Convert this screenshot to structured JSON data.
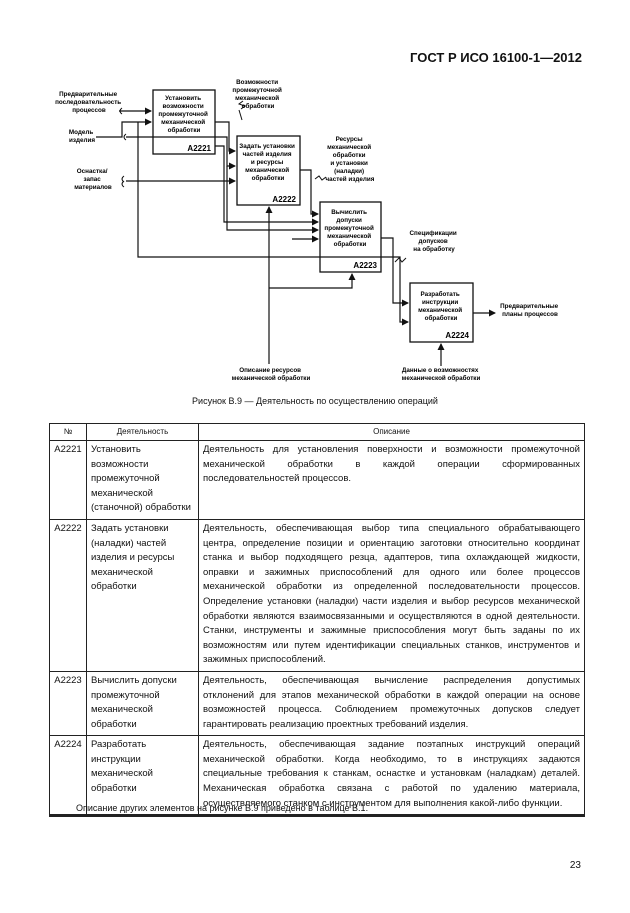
{
  "header": {
    "standard": "ГОСТ Р ИСО 16100-1—2012"
  },
  "diagram": {
    "inputs": [
      [
        "Предварительные",
        "последовательность",
        "процессов"
      ],
      [
        "Модель",
        "изделия"
      ],
      [
        "Оснастка/",
        "запас",
        "материалов"
      ]
    ],
    "controls_top": [
      [
        "Возможности",
        "промежуточной",
        "механической",
        "обработки"
      ],
      [
        "Ресурсы",
        "механической",
        "обработки",
        "и установки",
        "(наладки)",
        "частей изделия"
      ],
      [
        "Спецификации",
        "допусков",
        "на обработку"
      ]
    ],
    "output": [
      "Предварительные",
      "планы процессов"
    ],
    "mechanisms": [
      [
        "Описание ресурсов",
        "механической обработки"
      ],
      [
        "Данные о возможностях",
        "механической обработки"
      ]
    ],
    "boxes": [
      {
        "title": [
          "Установить",
          "возможности",
          "промежуточной",
          "механической",
          "обработки"
        ],
        "code": "A2221"
      },
      {
        "title": [
          "Задать установки",
          "частей изделия",
          "и ресурсы",
          "механической",
          "обработки"
        ],
        "code": "A2222"
      },
      {
        "title": [
          "Вычислить",
          "допуски",
          "промежуточной",
          "механической",
          "обработки"
        ],
        "code": "A2223"
      },
      {
        "title": [
          "Разработать",
          "инструкции",
          "механической",
          "обработки"
        ],
        "code": "A2224"
      }
    ]
  },
  "caption": "Рисунок В.9 — Деятельность по осуществлению операций",
  "table": {
    "headers": [
      "№",
      "Деятельность",
      "Описание"
    ],
    "rows": [
      {
        "num": "A2221",
        "activity": "Установить возможности промежуточной механической (станочной) обработки",
        "description": "Деятельность для установления поверхности и возможности промежуточной механической обработки в каждой операции сформированных последовательностей процессов."
      },
      {
        "num": "A2222",
        "activity": "Задать установки (наладки) частей изделия и ресурсы механической обработки",
        "description": "Деятельность, обеспечивающая выбор типа специального обрабатывающего центра, определение позиции и ориентацию заготовки относительно координат станка и выбор подходящего резца, адаптеров, типа охлаждающей жидкости, оправки и зажимных приспособлений для одного или более процессов механической обработки из определенной последовательности процессов. Определение установки (наладки) части изделия и выбор ресурсов механической обработки являются взаимосвязанными и осуществляются в одной деятельности. Станки, инструменты и зажимные приспособления могут быть заданы по их возможностям или путем идентификации специальных станков, инструментов и зажимных приспособлений."
      },
      {
        "num": "A2223",
        "activity": "Вычислить допуски промежуточной механической обработки",
        "description": "Деятельность, обеспечивающая вычисление распределения допустимых отклонений для этапов механической обработки в каждой операции на основе возможностей процесса. Соблюдением промежуточных допусков следует гарантировать реализацию проектных требований изделия."
      },
      {
        "num": "A2224",
        "activity": "Разработать инструкции механической обработки",
        "description": "Деятельность, обеспечивающая задание поэтапных инструкций операций механической обработки. Когда необходимо, то в инструкциях задаются специальные требования к станкам, оснастке и установкам (наладкам) деталей. Механическая обработка связана с работой по удалению материала, осуществляемого станком с инструментом для выполнения какой-либо функции."
      }
    ]
  },
  "note": "Описание других элементов на рисунке В.9 приведено в таблице В.1.",
  "page_number": "23"
}
